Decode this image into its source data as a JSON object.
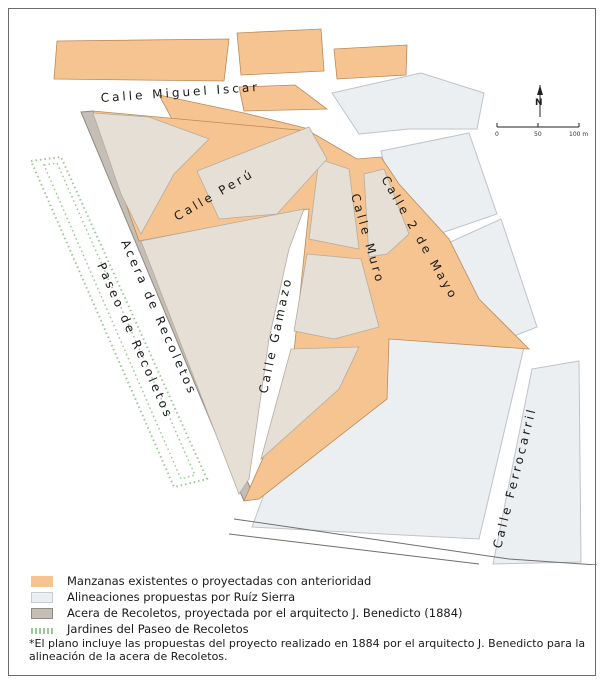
{
  "map": {
    "streets": {
      "miguel_iscar": "Calle  Miguel  Iscar",
      "peru": "Calle  Perú",
      "acera_recoletos": "Acera  de  Recoletos",
      "paseo_recoletos": "Paseo  de  Recoletos",
      "gamazo": "Calle  Gamazo",
      "muro": "Calle  Muro",
      "dos_de_mayo": "Calle  2  de  Mayo",
      "ferrocarril": "Calle  Ferrocarril"
    },
    "north_arrow": "N",
    "scale": {
      "labels": [
        "0",
        "50",
        "100 m"
      ]
    }
  },
  "legend": {
    "items": [
      {
        "key": "existing",
        "label": "Manzanas existentes o proyectadas con anterioridad",
        "color": "#f6c490"
      },
      {
        "key": "proposed",
        "label": "Alineaciones propuestas por Ruíz Sierra",
        "color": "#eceff2"
      },
      {
        "key": "acera",
        "label": "Acera de Recoletos, proyectada por el arquitecto J. Benedicto (1884)",
        "color": "#c4beb6"
      },
      {
        "key": "jardines",
        "label": "Jardines del Paseo de Recoletos",
        "color": "#9cc79a"
      }
    ]
  },
  "note": "*El plano incluye las propuestas del proyecto realizado en 1884 por el arquitecto J. Benedicto para la alineación de la acera de Recoletos."
}
